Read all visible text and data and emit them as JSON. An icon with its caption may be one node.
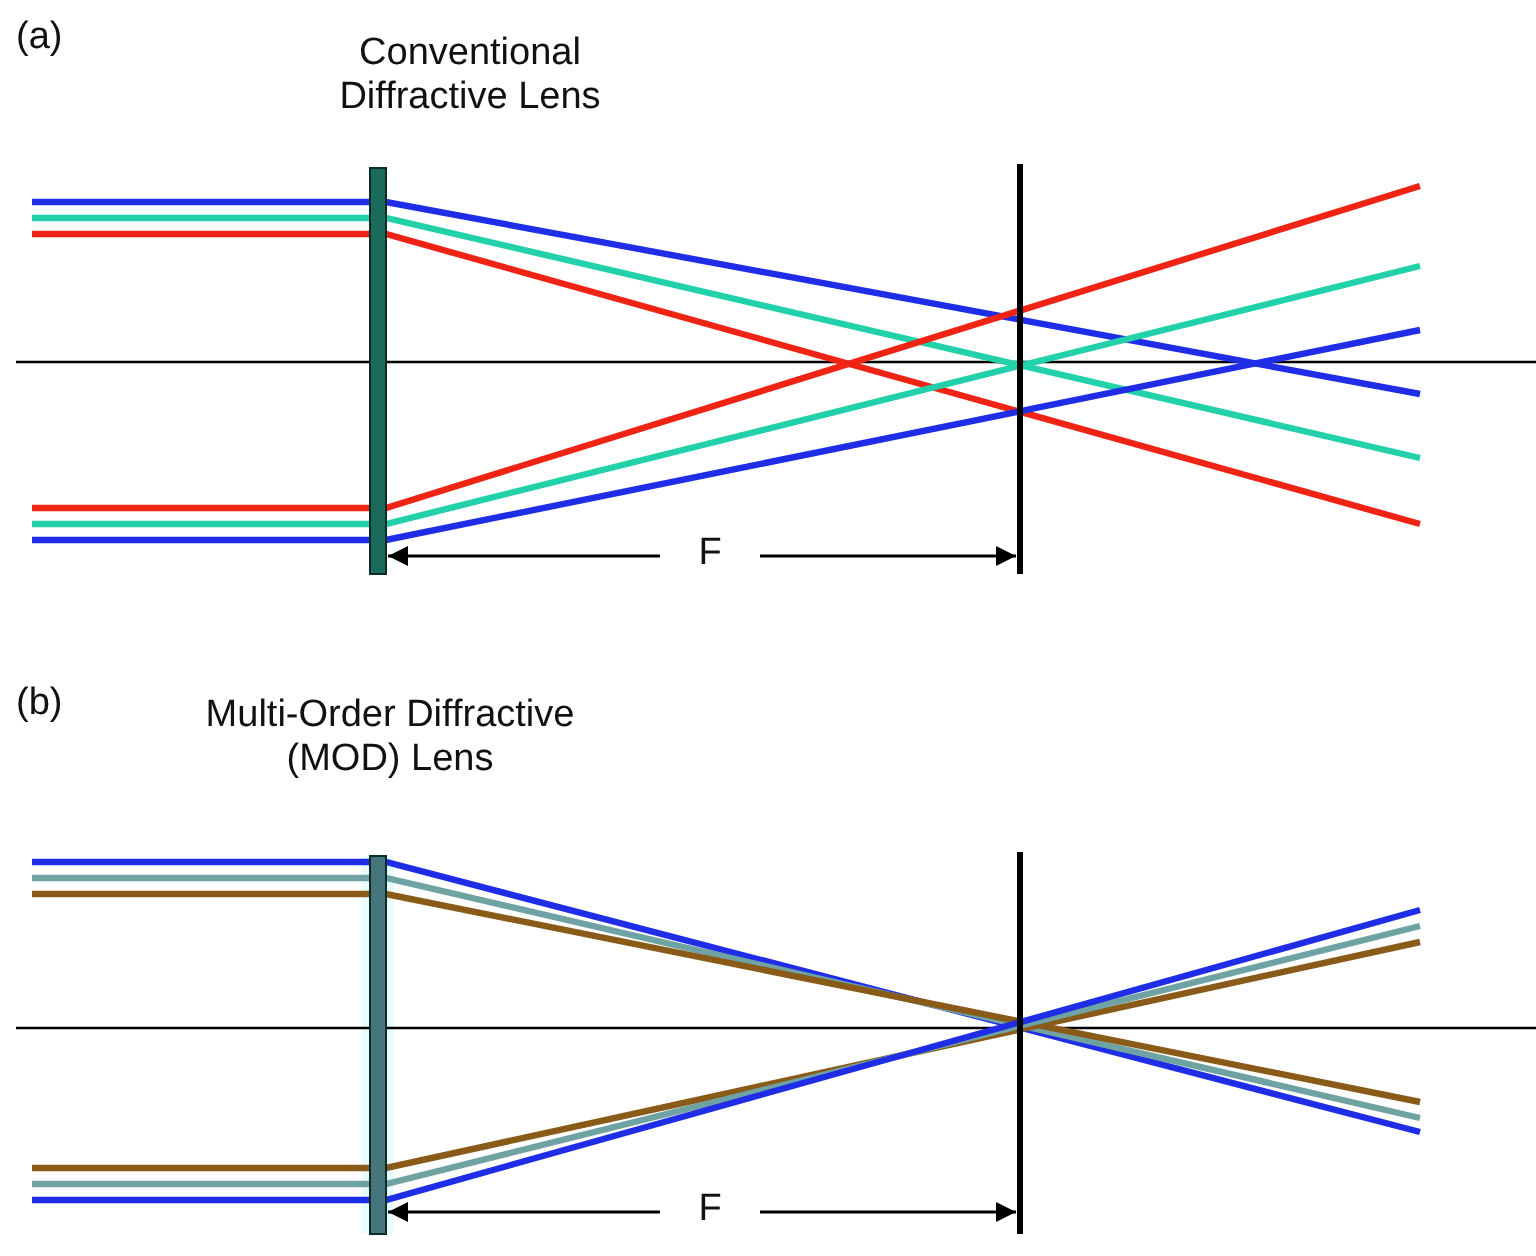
{
  "diagram": {
    "labels": [
      "(a)",
      "Conventional Diffractive Lens",
      "F",
      "(b)",
      "Multi-Order Diffractive (MOD) Lens",
      "F"
    ]
  }
}
